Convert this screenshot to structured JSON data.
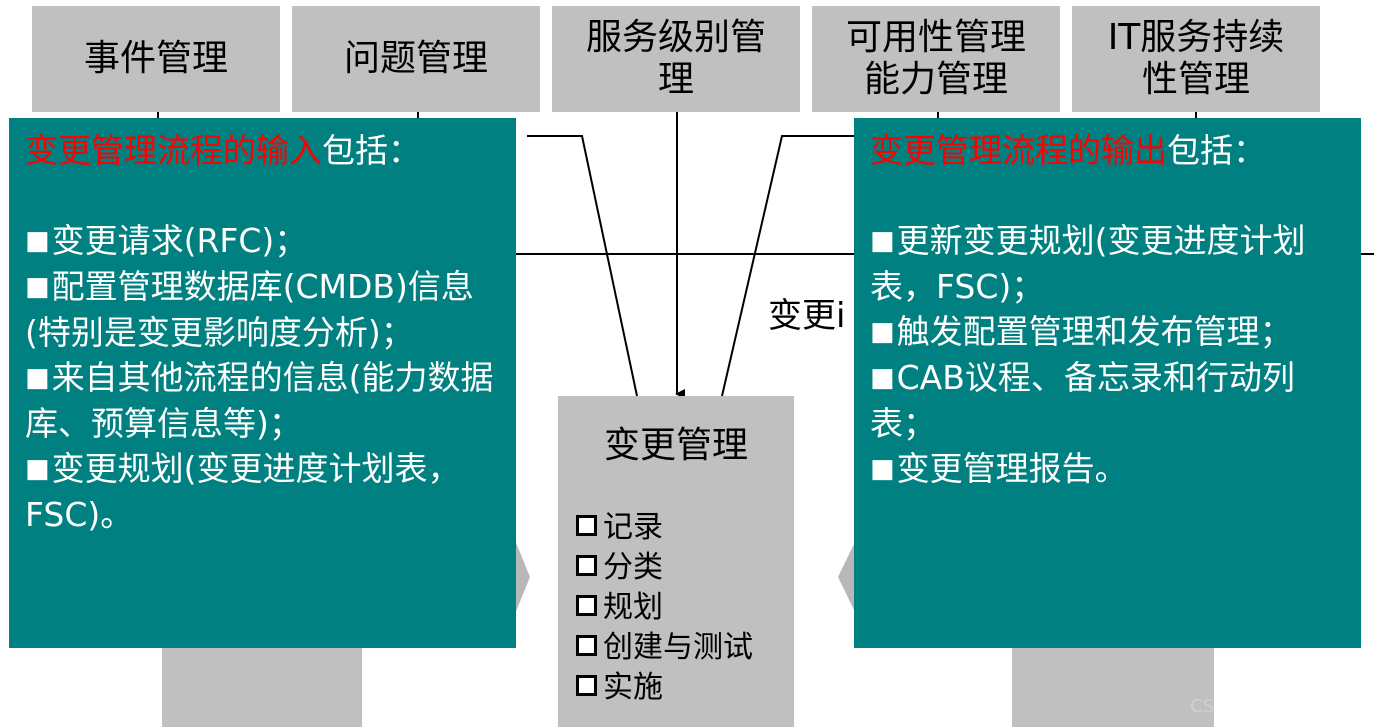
{
  "top_boxes": [
    {
      "label": "事件管理"
    },
    {
      "label": "问题管理"
    },
    {
      "label": "服务级别管\n理"
    },
    {
      "label": "可用性管理\n能力管理"
    },
    {
      "label": "IT服务持续\n性管理"
    }
  ],
  "input_panel": {
    "title_red": "变更管理流程的输入",
    "title_rest": "包括：",
    "items": [
      "变更请求(RFC)；",
      "配置管理数据库(CMDB)信息(特别是变更影响度分析)；",
      "来自其他流程的信息(能力数据库、预算信息等)；",
      "变更规划(变更进度计划表，FSC)。"
    ]
  },
  "output_panel": {
    "title_red": "变更管理流程的输出",
    "title_rest": "包括：",
    "items": [
      "更新变更规划(变更进度计划表，FSC)；",
      "触发配置管理和发布管理；",
      "CAB议程、备忘录和行动列表；",
      "变更管理报告。"
    ]
  },
  "center": {
    "title": "变更管理",
    "steps": [
      "记录",
      "分类",
      "规划",
      "创建与测试",
      "实施"
    ]
  },
  "partial_label": "变更i",
  "watermark": "CS",
  "colors": {
    "panel": "#008080",
    "box": "#c0c0c0",
    "highlight": "#ff0000"
  }
}
